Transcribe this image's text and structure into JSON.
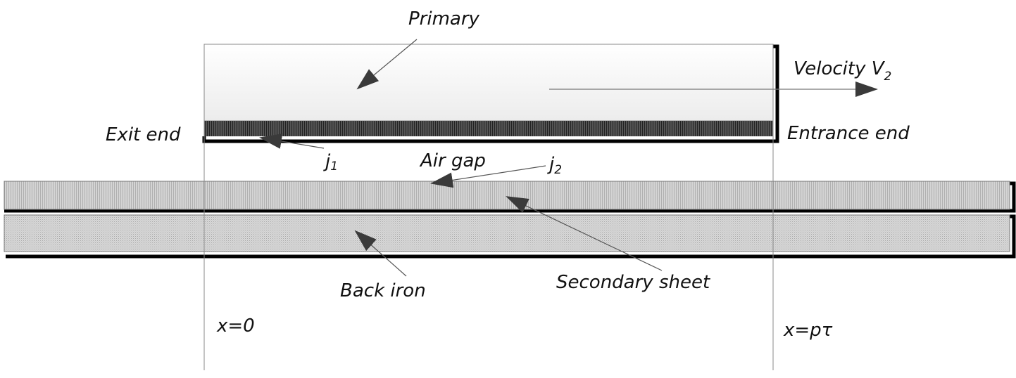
{
  "labels": {
    "primary": "Primary",
    "velocity": "Velocity V",
    "velocity_sub": "2",
    "exit_end": "Exit end",
    "entrance_end": "Entrance end",
    "j1": "j",
    "j1_sub": "1",
    "air_gap": "Air gap",
    "j2": "j",
    "j2_sub": "2",
    "secondary_sheet": "Secondary sheet",
    "back_iron": "Back iron",
    "x0": "x=0",
    "xptau": "x=pτ"
  }
}
